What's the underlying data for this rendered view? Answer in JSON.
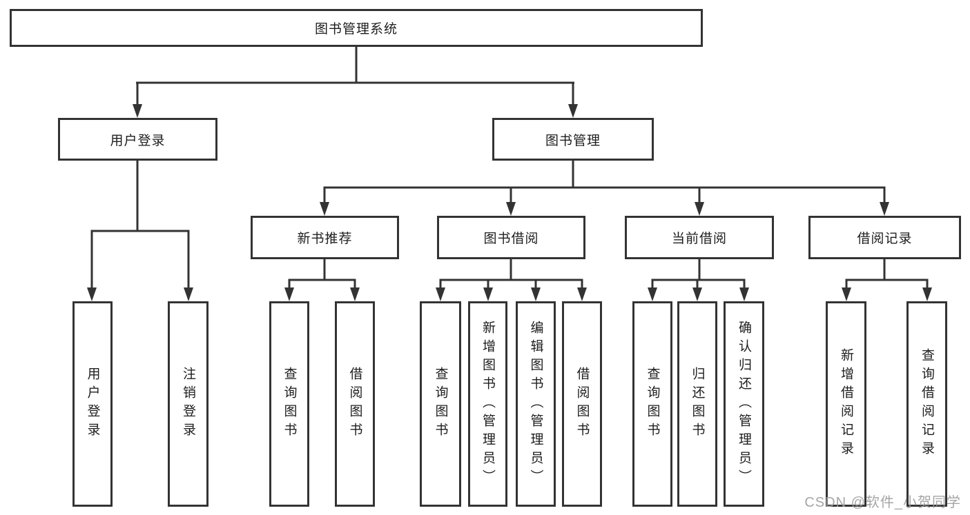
{
  "diagram": {
    "root": "图书管理系统",
    "level2": {
      "user_login": "用户登录",
      "book_management": "图书管理"
    },
    "level3": {
      "new_book_recommend": "新书推荐",
      "book_borrow": "图书借阅",
      "current_borrow": "当前借阅",
      "borrow_records": "借阅记录"
    },
    "leaves": {
      "user_login": [
        "用户登录",
        "注销登录"
      ],
      "new_book_recommend": [
        "查询图书",
        "借阅图书"
      ],
      "book_borrow": [
        "查询图书",
        "新增图书（管理员）",
        "编辑图书（管理员）",
        "借阅图书"
      ],
      "current_borrow": [
        "查询图书",
        "归还图书",
        "确认归还（管理员）"
      ],
      "borrow_records": [
        "新增借阅记录",
        "查询借阅记录"
      ]
    }
  },
  "watermark": "CSDN @软件_小贺同学",
  "colors": {
    "line": "#333333",
    "text": "#1d1d1d",
    "watermark": "#9c9c9c",
    "background": "#ffffff"
  }
}
